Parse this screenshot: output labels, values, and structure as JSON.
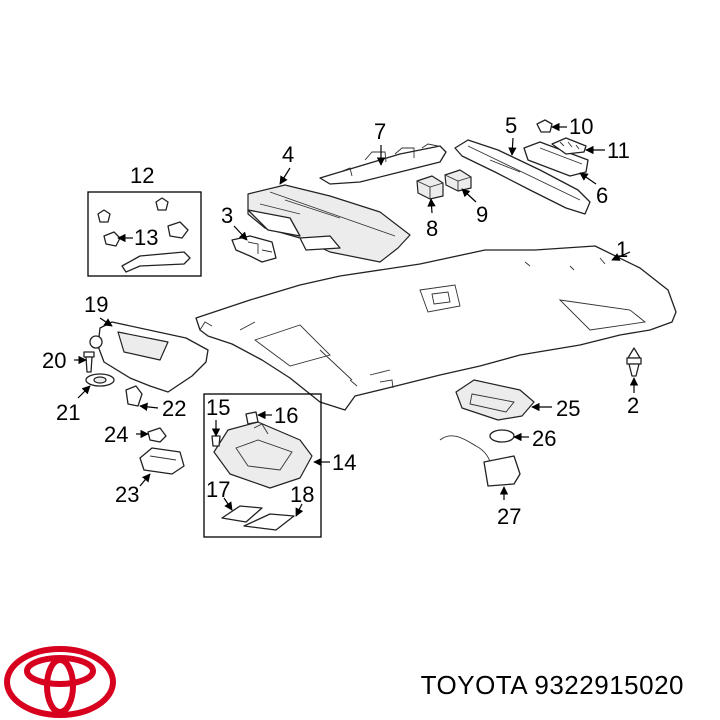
{
  "brand": {
    "name": "TOYOTA",
    "logo_color": "#d7001f"
  },
  "part_number": "9322915020",
  "callouts": {
    "c1": "1",
    "c2": "2",
    "c3": "3",
    "c4": "4",
    "c5": "5",
    "c6": "6",
    "c7": "7",
    "c8": "8",
    "c9": "9",
    "c10": "10",
    "c11": "11",
    "c12": "12",
    "c13": "13",
    "c14": "14",
    "c15": "15",
    "c16": "16",
    "c17": "17",
    "c18": "18",
    "c19": "19",
    "c20": "20",
    "c21": "21",
    "c22": "22",
    "c23": "23",
    "c24": "24",
    "c25": "25",
    "c26": "26",
    "c27": "27"
  }
}
